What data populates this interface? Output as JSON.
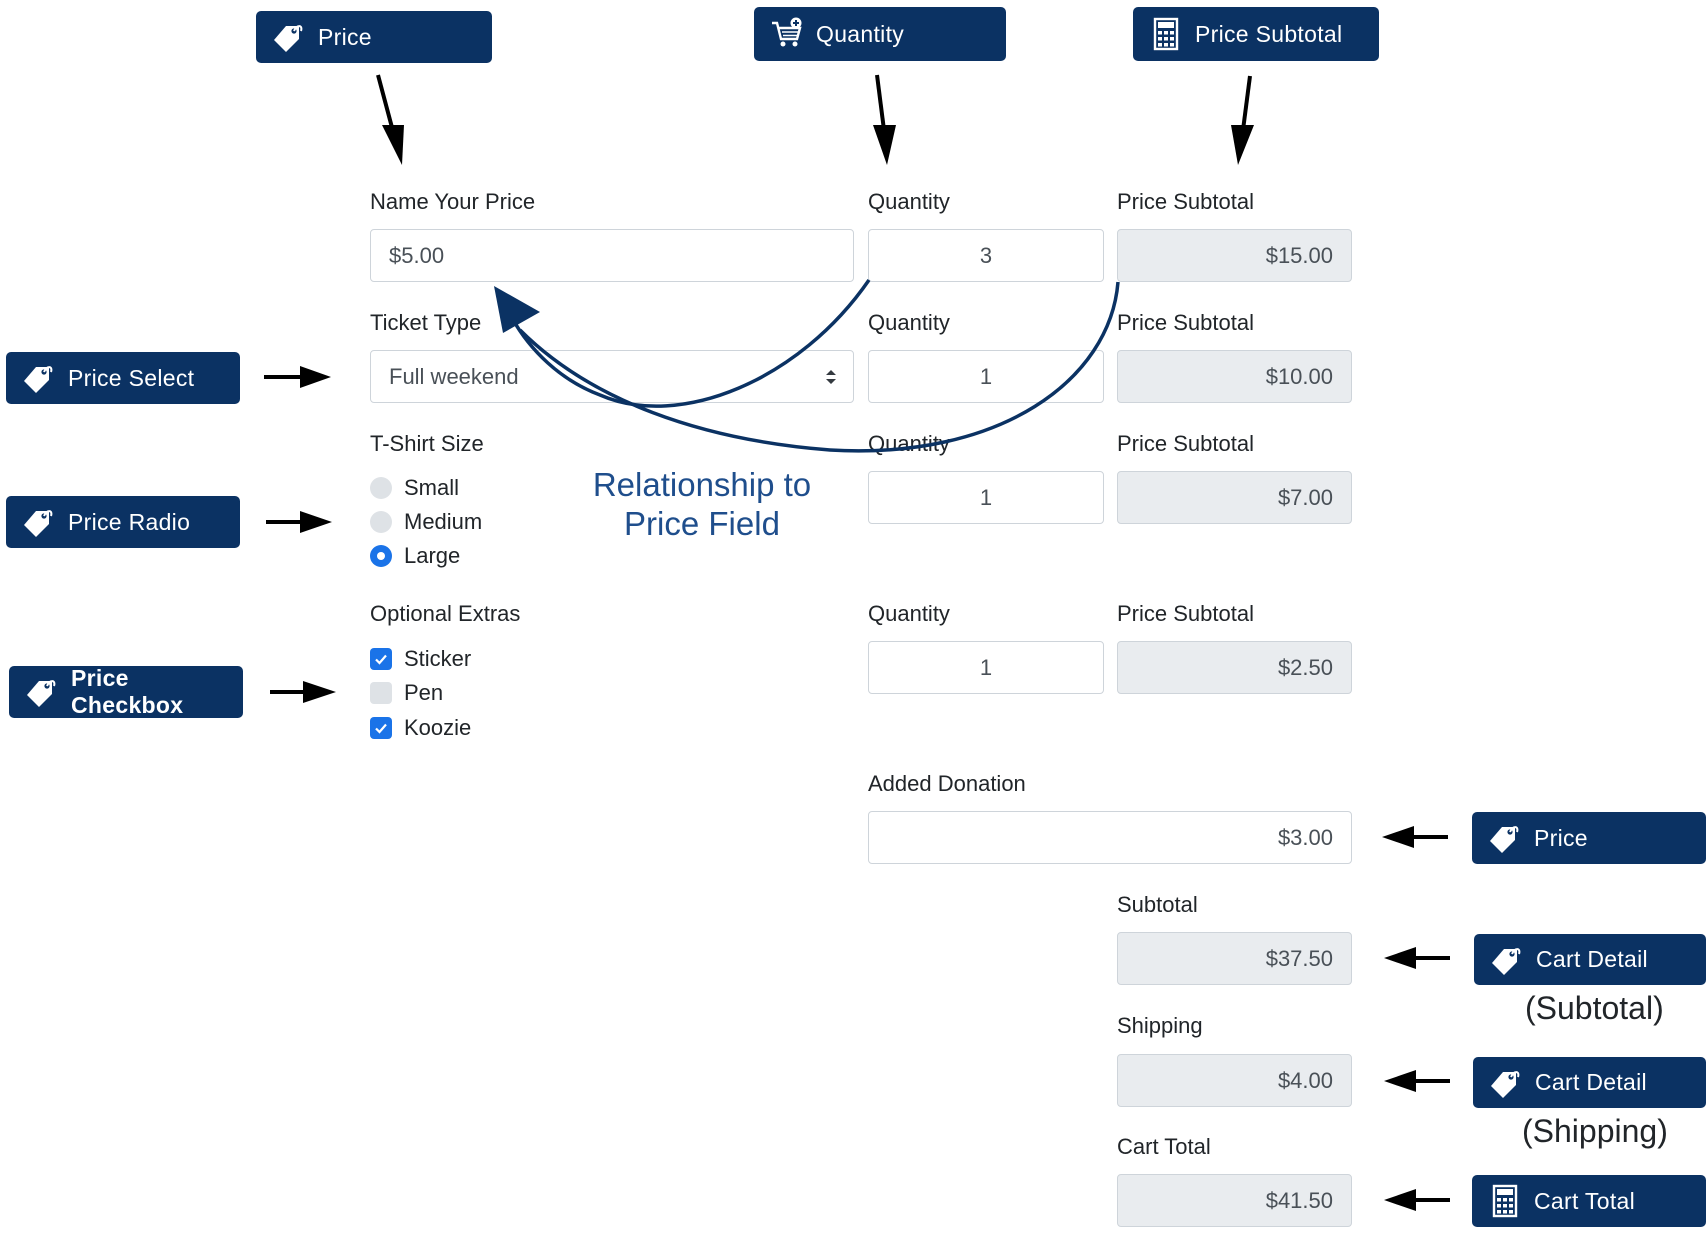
{
  "badges": {
    "price_top": "Price",
    "quantity_top": "Quantity",
    "price_subtotal_top": "Price Subtotal",
    "price_select": "Price Select",
    "price_radio": "Price Radio",
    "price_checkbox": "Price Checkbox",
    "price_right": "Price",
    "cart_detail_subtotal": "Cart Detail",
    "cart_detail_shipping": "Cart Detail",
    "cart_total": "Cart Total"
  },
  "badge_notes": {
    "subtotal": "(Subtotal)",
    "shipping": "(Shipping)"
  },
  "annotation": {
    "line1": "Relationship to",
    "line2": "Price Field"
  },
  "form": {
    "name_your_price": {
      "label": "Name Your Price",
      "value": "$5.00",
      "quantity_label": "Quantity",
      "quantity": "3",
      "subtotal_label": "Price Subtotal",
      "subtotal": "$15.00"
    },
    "ticket_type": {
      "label": "Ticket Type",
      "value": "Full weekend",
      "quantity_label": "Quantity",
      "quantity": "1",
      "subtotal_label": "Price Subtotal",
      "subtotal": "$10.00"
    },
    "tshirt": {
      "label": "T-Shirt Size",
      "options": [
        "Small",
        "Medium",
        "Large"
      ],
      "selected": "Large",
      "quantity_label": "Quantity",
      "quantity": "1",
      "subtotal_label": "Price Subtotal",
      "subtotal": "$7.00"
    },
    "extras": {
      "label": "Optional Extras",
      "options": [
        "Sticker",
        "Pen",
        "Koozie"
      ],
      "checked": [
        "Sticker",
        "Koozie"
      ],
      "quantity_label": "Quantity",
      "quantity": "1",
      "subtotal_label": "Price Subtotal",
      "subtotal": "$2.50"
    },
    "donation": {
      "label": "Added Donation",
      "value": "$3.00"
    },
    "subtotal": {
      "label": "Subtotal",
      "value": "$37.50"
    },
    "shipping": {
      "label": "Shipping",
      "value": "$4.00"
    },
    "cart_total": {
      "label": "Cart Total",
      "value": "$41.50"
    }
  },
  "colors": {
    "badge": "#0b3263",
    "accent": "#1a73e8",
    "annotation": "#1f4e8c",
    "readonly_field": "#e9ecef"
  },
  "icons": {
    "price": "price-tag-icon",
    "quantity": "cart-plus-icon",
    "calculator": "calculator-icon"
  }
}
